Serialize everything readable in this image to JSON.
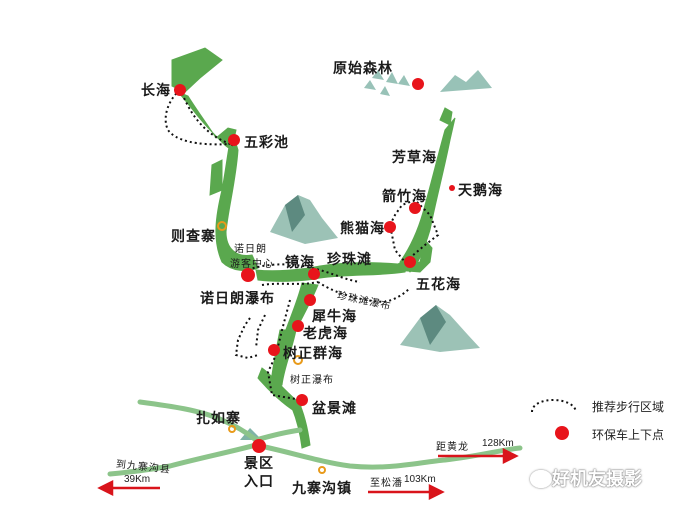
{
  "labels": {
    "changhai": "长海",
    "wucaichi": "五彩池",
    "yuanshisenlin": "原始森林",
    "fangcaohai": "芳草海",
    "tianehai": "天鹅海",
    "jianzhuhai": "箭竹海",
    "xiongmaohai": "熊猫海",
    "wuhuahai": "五花海",
    "zechazhai": "则查寨",
    "nuorilang_center_1": "诺日朗",
    "nuorilang_center_2": "游客中心",
    "jinghai": "镜海",
    "zhenzhutan": "珍珠滩",
    "zhenzhutan_falls": "珍珠滩瀑布",
    "nuorilang_falls": "诺日朗瀑布",
    "xiniuhai": "犀牛海",
    "laohuhai": "老虎海",
    "shuzhengqunhai": "树正群海",
    "shuzheng_falls": "树正瀑布",
    "penjingtan": "盆景滩",
    "zharuzhai": "扎如寨",
    "entrance_1": "景区",
    "entrance_2": "入口",
    "jiuzhaigou_town": "九寨沟镇",
    "to_county": "到九寨沟县",
    "to_huanglong": "距黄龙"
  },
  "distances": {
    "county": "39Km",
    "songpan_label": "至松潘",
    "songpan": "103Km",
    "huanglong": "128Km"
  },
  "legend": {
    "walking_area": "推荐步行区域",
    "bus_stop": "环保车上下点"
  },
  "watermark": "好机友摄影",
  "colors": {
    "valley": "#5aa84e",
    "road": "#8cc48a",
    "stop": "#e8141b",
    "arrow": "#d9141b",
    "trail": "#111111"
  }
}
